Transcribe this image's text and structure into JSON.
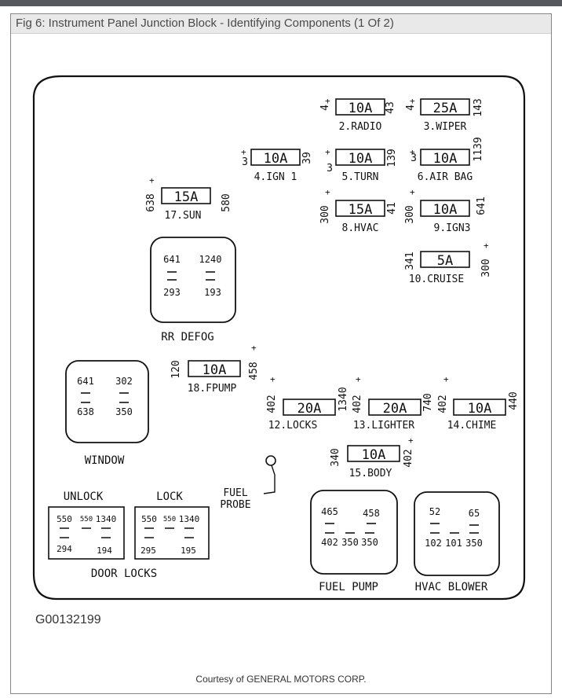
{
  "header": {
    "title": "Fig 6: Instrument Panel Junction Block - Identifying Components (1 Of 2)"
  },
  "colors": {
    "header_bg": "#e9e9e9",
    "topbar": "#55595d",
    "ink": "#111111"
  },
  "fuses": [
    {
      "rating": "10A",
      "label": "2.RADIO",
      "left": "4",
      "right": "43"
    },
    {
      "rating": "25A",
      "label": "3.WIPER",
      "left": "4",
      "right": "143"
    },
    {
      "rating": "10A",
      "label": "4.IGN 1",
      "left": "3",
      "right": "39"
    },
    {
      "rating": "10A",
      "label": "5.TURN",
      "left": "3",
      "right": "139"
    },
    {
      "rating": "10A",
      "label": "6.AIR BAG",
      "left": "3",
      "right": "1139"
    },
    {
      "rating": "15A",
      "label": "17.SUN",
      "left": "638",
      "right": "580"
    },
    {
      "rating": "15A",
      "label": "8.HVAC",
      "left": "300",
      "right": "41"
    },
    {
      "rating": "10A",
      "label": "9.IGN3",
      "left": "300",
      "right": "641"
    },
    {
      "rating": "5A",
      "label": "10.CRUISE",
      "left": "341",
      "right": "300"
    },
    {
      "rating": "10A",
      "label": "18.FPUMP",
      "left": "120",
      "right": "458"
    },
    {
      "rating": "20A",
      "label": "12.LOCKS",
      "left": "402",
      "right": "1340"
    },
    {
      "rating": "20A",
      "label": "13.LIGHTER",
      "left": "402",
      "right": "740"
    },
    {
      "rating": "10A",
      "label": "14.CHIME",
      "left": "402",
      "right": "440"
    },
    {
      "rating": "10A",
      "label": "15.BODY",
      "left": "340",
      "right": "402"
    }
  ],
  "relays": [
    {
      "name": "RR DEFOG",
      "pins": [
        "641",
        "1240",
        "293",
        "193"
      ]
    },
    {
      "name": "WINDOW",
      "pins": [
        "641",
        "302",
        "638",
        "350"
      ]
    },
    {
      "name": "UNLOCK",
      "pins": [
        "550",
        "550",
        "1340",
        "294",
        "194"
      ]
    },
    {
      "name": "LOCK",
      "pins": [
        "550",
        "550",
        "1340",
        "295",
        "195"
      ]
    },
    {
      "name": "DOOR LOCKS"
    },
    {
      "name": "FUEL PUMP",
      "pins": [
        "465",
        "458",
        "402",
        "350",
        "350"
      ]
    },
    {
      "name": "HVAC BLOWER",
      "pins": [
        "52",
        "65",
        "102",
        "101",
        "350"
      ]
    }
  ],
  "fuel_probe": {
    "line1": "FUEL",
    "line2": "PROBE"
  },
  "image_id": "G00132199",
  "credit": "Courtesy of GENERAL MOTORS CORP."
}
